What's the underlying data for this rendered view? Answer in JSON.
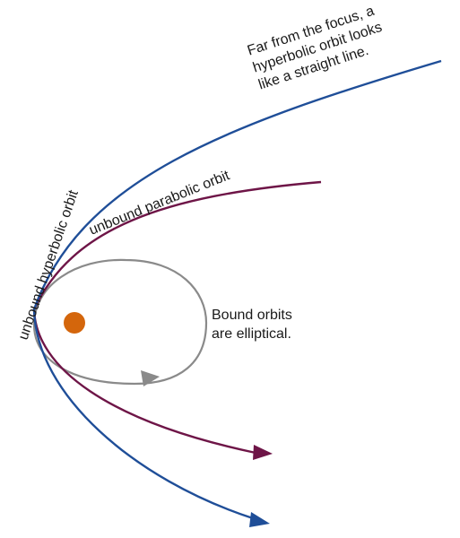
{
  "colors": {
    "hyperbolic": "#1f4e98",
    "parabolic": "#6e1547",
    "ellipse": "#8a8a8a",
    "focus": "#d4660c",
    "text": "#1a1a1a"
  },
  "labels": {
    "hyperbolic": "unbound hyperbolic orbit",
    "parabolic": "unbound parabolic orbit",
    "far_note": {
      "line1": "Far from the focus, a",
      "line2": "hyperbolic orbit looks",
      "line3": "like a straight line."
    },
    "bound_note": {
      "line1": "Bound orbits",
      "line2": "are elliptical."
    }
  }
}
